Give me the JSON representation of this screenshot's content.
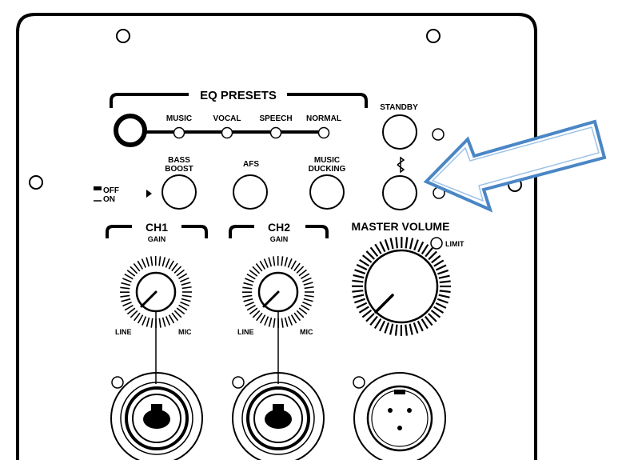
{
  "eq_presets": {
    "title": "EQ PRESETS",
    "options": [
      "MUSIC",
      "VOCAL",
      "SPEECH",
      "NORMAL"
    ]
  },
  "standby": {
    "label": "STANDBY"
  },
  "bluetooth": {
    "icon": "bluetooth-icon"
  },
  "switch": {
    "off_label": "OFF",
    "on_label": "ON"
  },
  "buttons": {
    "bass_boost": [
      "BASS",
      "BOOST"
    ],
    "afs": "AFS",
    "music_ducking": [
      "MUSIC",
      "DUCKING"
    ]
  },
  "channels": [
    {
      "title": "CH1",
      "gain": "GAIN",
      "left": "LINE",
      "right": "MIC"
    },
    {
      "title": "CH2",
      "gain": "GAIN",
      "left": "LINE",
      "right": "MIC"
    }
  ],
  "master": {
    "title": "MASTER VOLUME",
    "limit": "LIMIT"
  },
  "colors": {
    "panel_stroke": "#000000",
    "arrow_outline": "#4a86c5",
    "arrow_fill": "#ffffff"
  }
}
